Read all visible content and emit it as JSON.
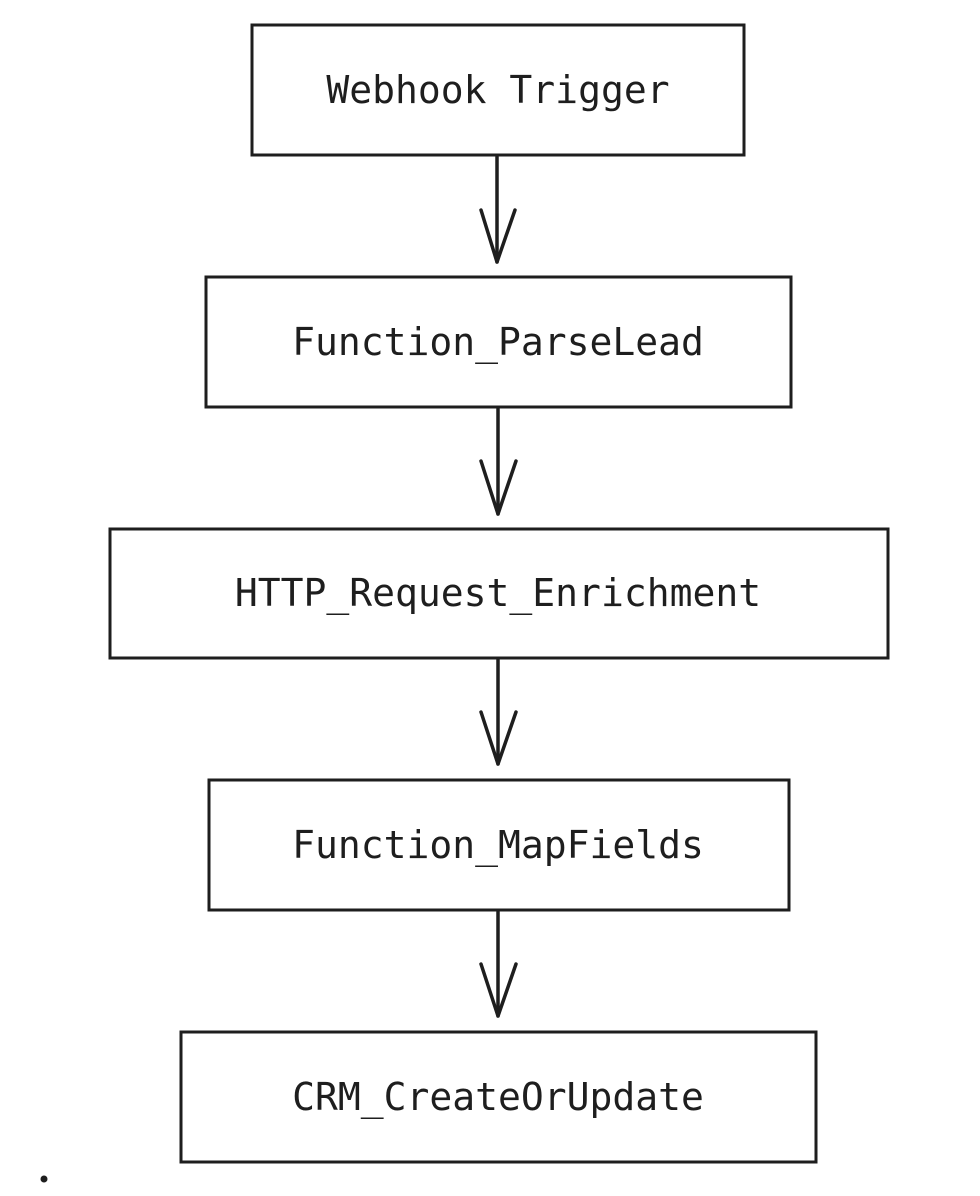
{
  "flowchart": {
    "nodes": [
      {
        "id": "webhook",
        "label": "Webhook Trigger"
      },
      {
        "id": "parse",
        "label": "Function_ParseLead"
      },
      {
        "id": "enrich",
        "label": "HTTP_Request_Enrichment"
      },
      {
        "id": "map",
        "label": "Function_MapFields"
      },
      {
        "id": "crm",
        "label": "CRM_CreateOrUpdate"
      }
    ],
    "edges": [
      {
        "from": "webhook",
        "to": "parse"
      },
      {
        "from": "parse",
        "to": "enrich"
      },
      {
        "from": "enrich",
        "to": "map"
      },
      {
        "from": "map",
        "to": "crm"
      }
    ],
    "colors": {
      "stroke": "#1e1e1e",
      "fill": "#ffffff",
      "background": "#ffffff"
    }
  }
}
